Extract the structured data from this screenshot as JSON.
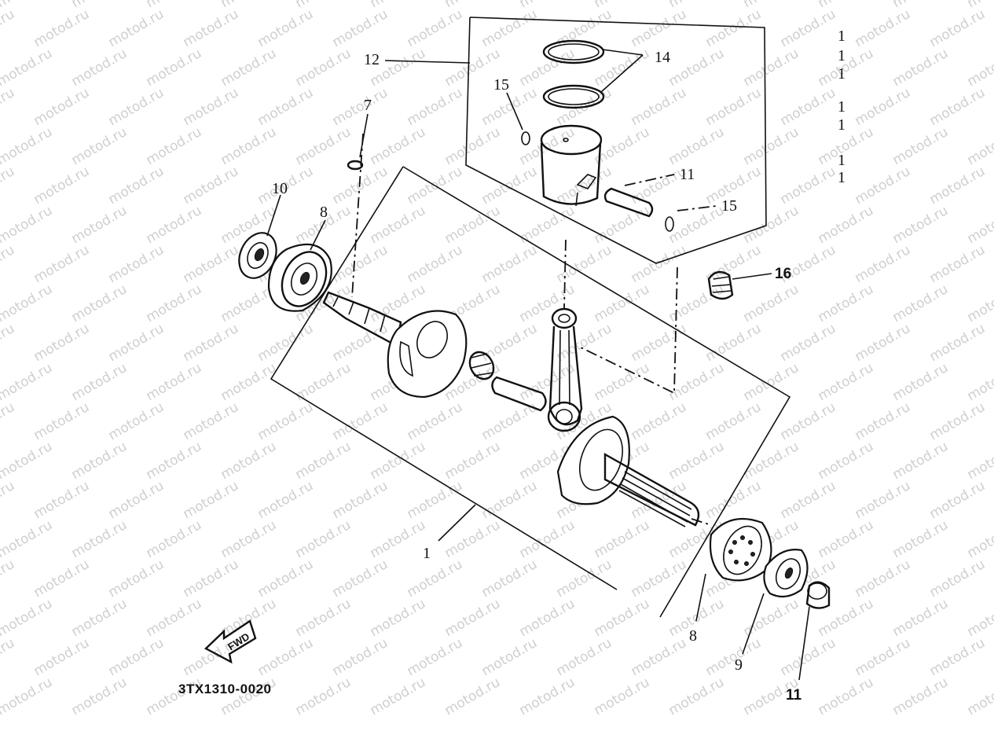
{
  "diagram": {
    "part_code": "3TX1310-0020",
    "fwd_label": "FWD",
    "watermark_text": "motod.ru",
    "callouts": {
      "c1": "1",
      "c7": "7",
      "c8a": "8",
      "c8b": "8",
      "c9": "9",
      "c10": "10",
      "c11a": "11",
      "c11b": "11",
      "c12": "12",
      "c14": "14",
      "c15a": "15",
      "c15b": "15",
      "c16": "16"
    },
    "margin_marks": [
      "1",
      "1",
      "1",
      "1",
      "1",
      "1",
      "1"
    ]
  }
}
